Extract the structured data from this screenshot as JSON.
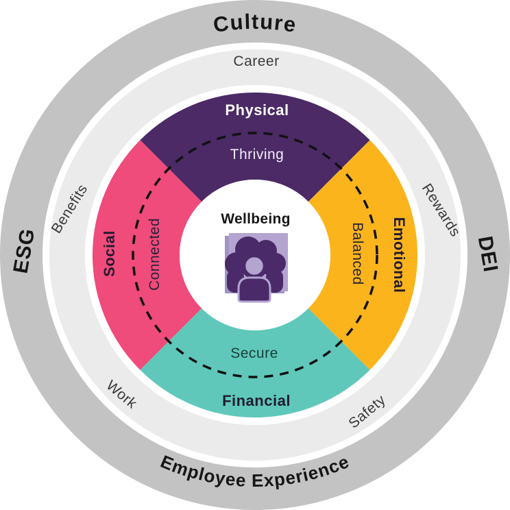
{
  "colors": {
    "outer_ring": "#c3c3c3",
    "practices_ring": "#ebebeb",
    "dashed_line": "#111111",
    "center_bg": "#ffffff",
    "icon_square": "#b3a4d0",
    "icon_square_shadow": "#a294c6",
    "icon_glyph": "#4a2a68"
  },
  "outer_ring": {
    "top": "Culture",
    "right": "DEI",
    "bottom": "Employee Experience",
    "left": "ESG"
  },
  "practices_ring": {
    "top": "Career",
    "upper_right": "Rewards",
    "lower_right": "Safety",
    "lower_left": "Work",
    "upper_left": "Benefits"
  },
  "wellbeing_ring": {
    "quadrants": [
      {
        "name": "Physical",
        "state": "Thriving",
        "color": "#4b2a66",
        "label_color": "#ffffff",
        "position": "top"
      },
      {
        "name": "Emotional",
        "state": "Balanced",
        "color": "#fbb41c",
        "label_color": "#222222",
        "position": "right"
      },
      {
        "name": "Financial",
        "state": "Secure",
        "color": "#5fc8ba",
        "label_color": "#222222",
        "position": "bottom"
      },
      {
        "name": "Social",
        "state": "Connected",
        "color": "#ef4b7b",
        "label_color": "#222222",
        "position": "left"
      }
    ]
  },
  "center": {
    "label": "Wellbeing",
    "icon": "people-idea-icon"
  }
}
